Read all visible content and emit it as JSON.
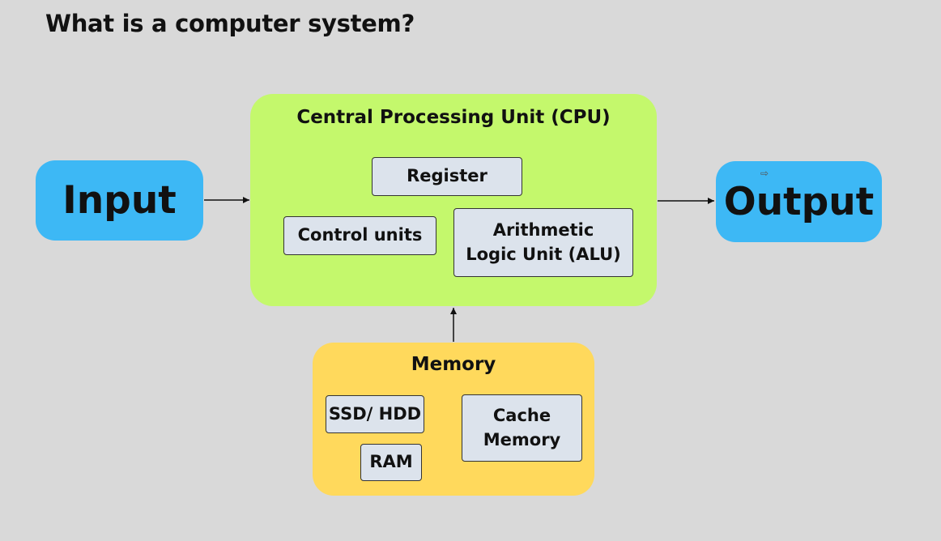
{
  "title": "What is a computer system?",
  "input": {
    "label": "Input"
  },
  "output": {
    "label": "Output"
  },
  "cpu": {
    "title": "Central Processing Unit (CPU)",
    "register": "Register",
    "control_units": "Control units",
    "alu_line1": "Arithmetic",
    "alu_line2": "Logic Unit (ALU)"
  },
  "memory": {
    "title": "Memory",
    "ssd_hdd": "SSD/ HDD",
    "ram": "RAM",
    "cache_line1": "Cache",
    "cache_line2": "Memory"
  },
  "colors": {
    "background": "#d9d9d9",
    "io_box": "#3db8f5",
    "cpu_box": "#c4f86c",
    "memory_box": "#ffd95c",
    "unit_box": "#dce3ec"
  }
}
